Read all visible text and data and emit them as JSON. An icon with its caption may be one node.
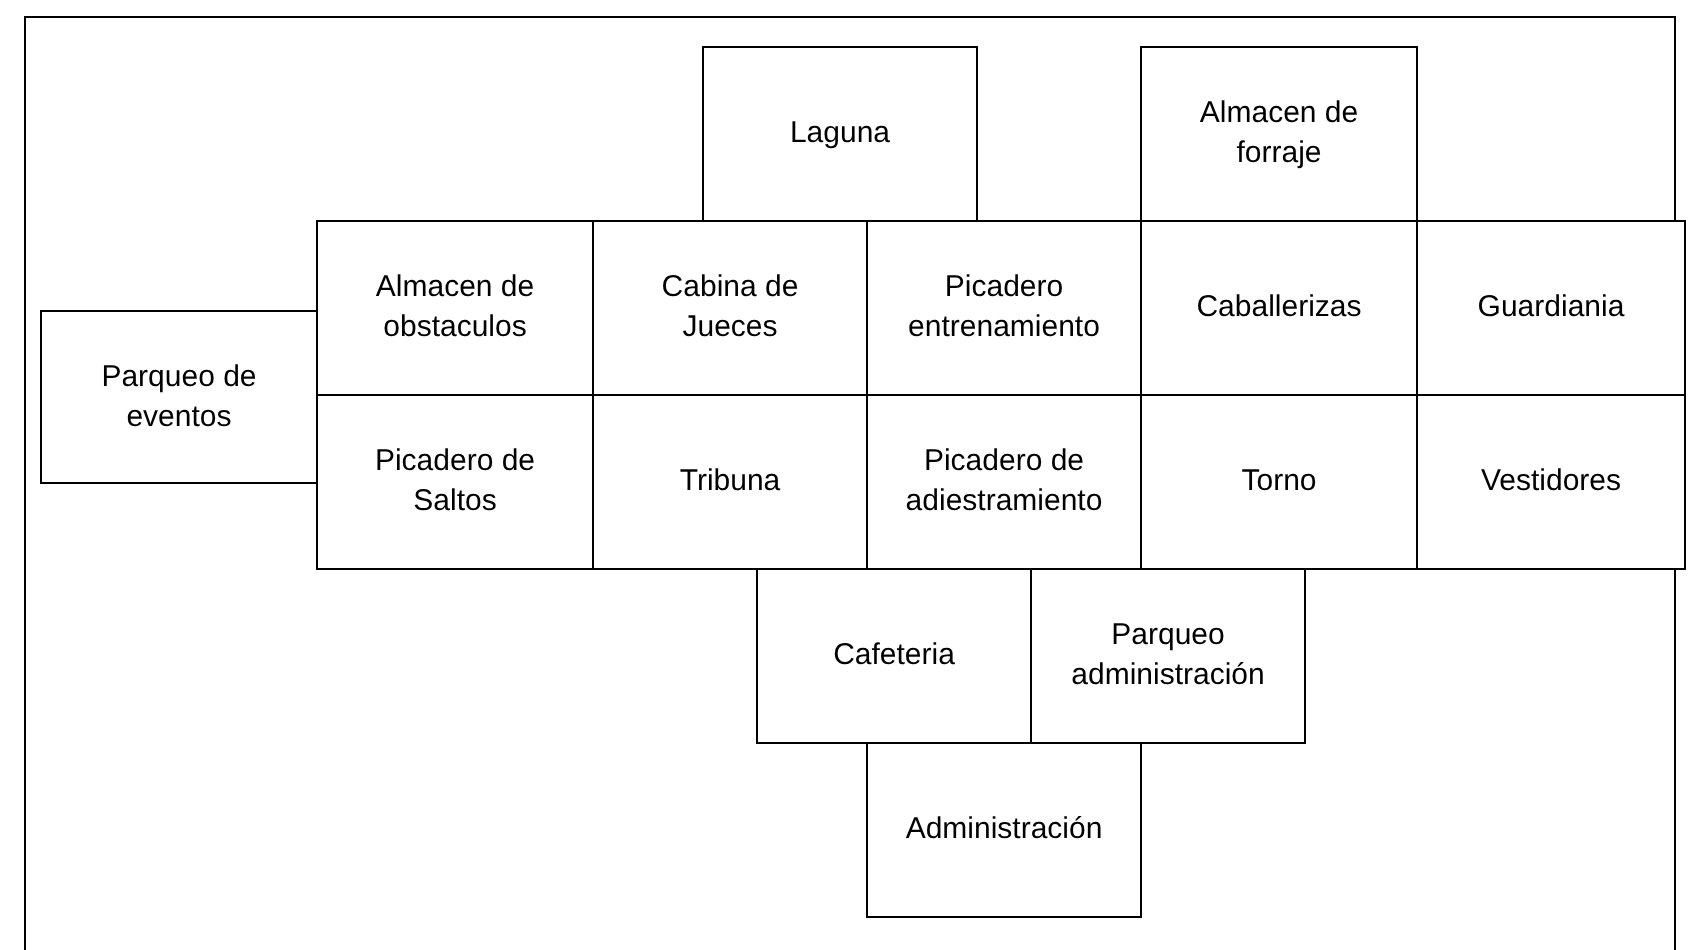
{
  "diagram": {
    "nodes": [
      {
        "text": [
          "Laguna"
        ]
      },
      {
        "text": [
          "Almacen de forraje"
        ]
      },
      {
        "text": [
          "Almacen de obstaculos"
        ]
      },
      {
        "text": [
          "Cabina de Jueces"
        ]
      },
      {
        "text": [
          "Picadero entrenamiento"
        ]
      },
      {
        "text": [
          "Caballerizas"
        ]
      },
      {
        "text": [
          "Guardiania"
        ]
      },
      {
        "text": [
          "Parqueo de eventos"
        ]
      },
      {
        "text": [
          "Picadero de Saltos"
        ]
      },
      {
        "text": [
          "Tribuna"
        ]
      },
      {
        "text": [
          "Picadero de adiestramiento"
        ]
      },
      {
        "text": [
          "Torno"
        ]
      },
      {
        "text": [
          "Vestidores"
        ]
      },
      {
        "text": [
          "Cafeteria"
        ]
      },
      {
        "text": [
          "Parqueo administración"
        ]
      },
      {
        "text": [
          "Administración"
        ]
      }
    ]
  }
}
